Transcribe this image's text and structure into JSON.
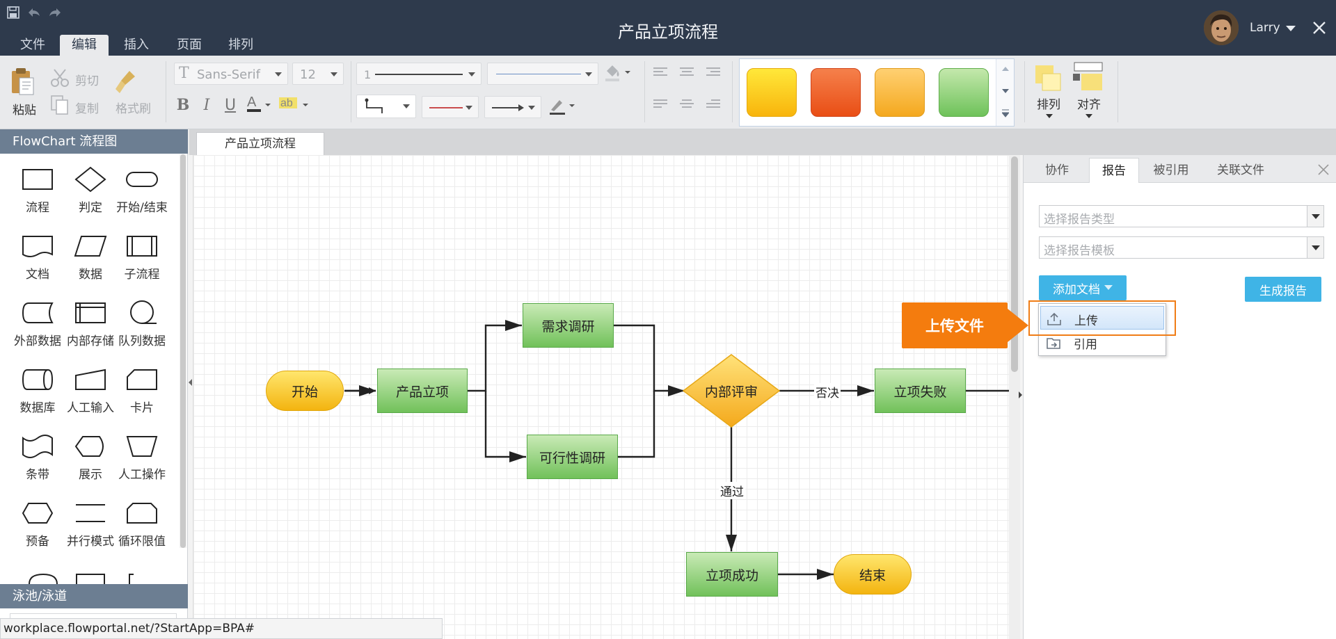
{
  "window": {
    "title": "产品立项流程",
    "user_name": "Larry",
    "menu_tabs": [
      "文件",
      "编辑",
      "插入",
      "页面",
      "排列"
    ],
    "active_menu_tab": "编辑"
  },
  "ribbon": {
    "clipboard": {
      "paste": "粘贴",
      "cut": "剪切",
      "copy": "复制",
      "format_painter": "格式刷"
    },
    "font": {
      "family": "Sans-Serif",
      "size": "12"
    },
    "line": {
      "weight": "1"
    },
    "swatches": [
      "#ffd21f",
      "#f0652b",
      "#f8b93a",
      "#7fc765"
    ],
    "arrange": "排列",
    "align": "对齐"
  },
  "left_panel": {
    "header": "FlowChart 流程图",
    "shapes": [
      "流程",
      "判定",
      "开始/结束",
      "文档",
      "数据",
      "子流程",
      "外部数据",
      "内部存储",
      "队列数据",
      "数据库",
      "人工输入",
      "卡片",
      "条带",
      "展示",
      "人工操作",
      "预备",
      "并行模式",
      "循环限值"
    ],
    "swimlane_header": "泳池/泳道"
  },
  "document_tab": "产品立项流程",
  "flowchart": {
    "nodes": {
      "start": "开始",
      "project": "产品立项",
      "demand": "需求调研",
      "feasibility": "可行性调研",
      "review": "内部评审",
      "fail": "立项失败",
      "success": "立项成功",
      "end": "结束"
    },
    "edges": {
      "reject": "否决",
      "pass": "通过"
    }
  },
  "right_panel": {
    "tabs": [
      "协作",
      "报告",
      "被引用",
      "关联文件"
    ],
    "active_tab": "报告",
    "report_type_placeholder": "选择报告类型",
    "report_template_placeholder": "选择报告模板",
    "add_document": "添加文档",
    "generate_report": "生成报告",
    "dropdown": {
      "upload": "上传",
      "reference": "引用"
    },
    "callout": "上传文件"
  },
  "status_bar": "workplace.flowportal.net/?StartApp=BPA#"
}
